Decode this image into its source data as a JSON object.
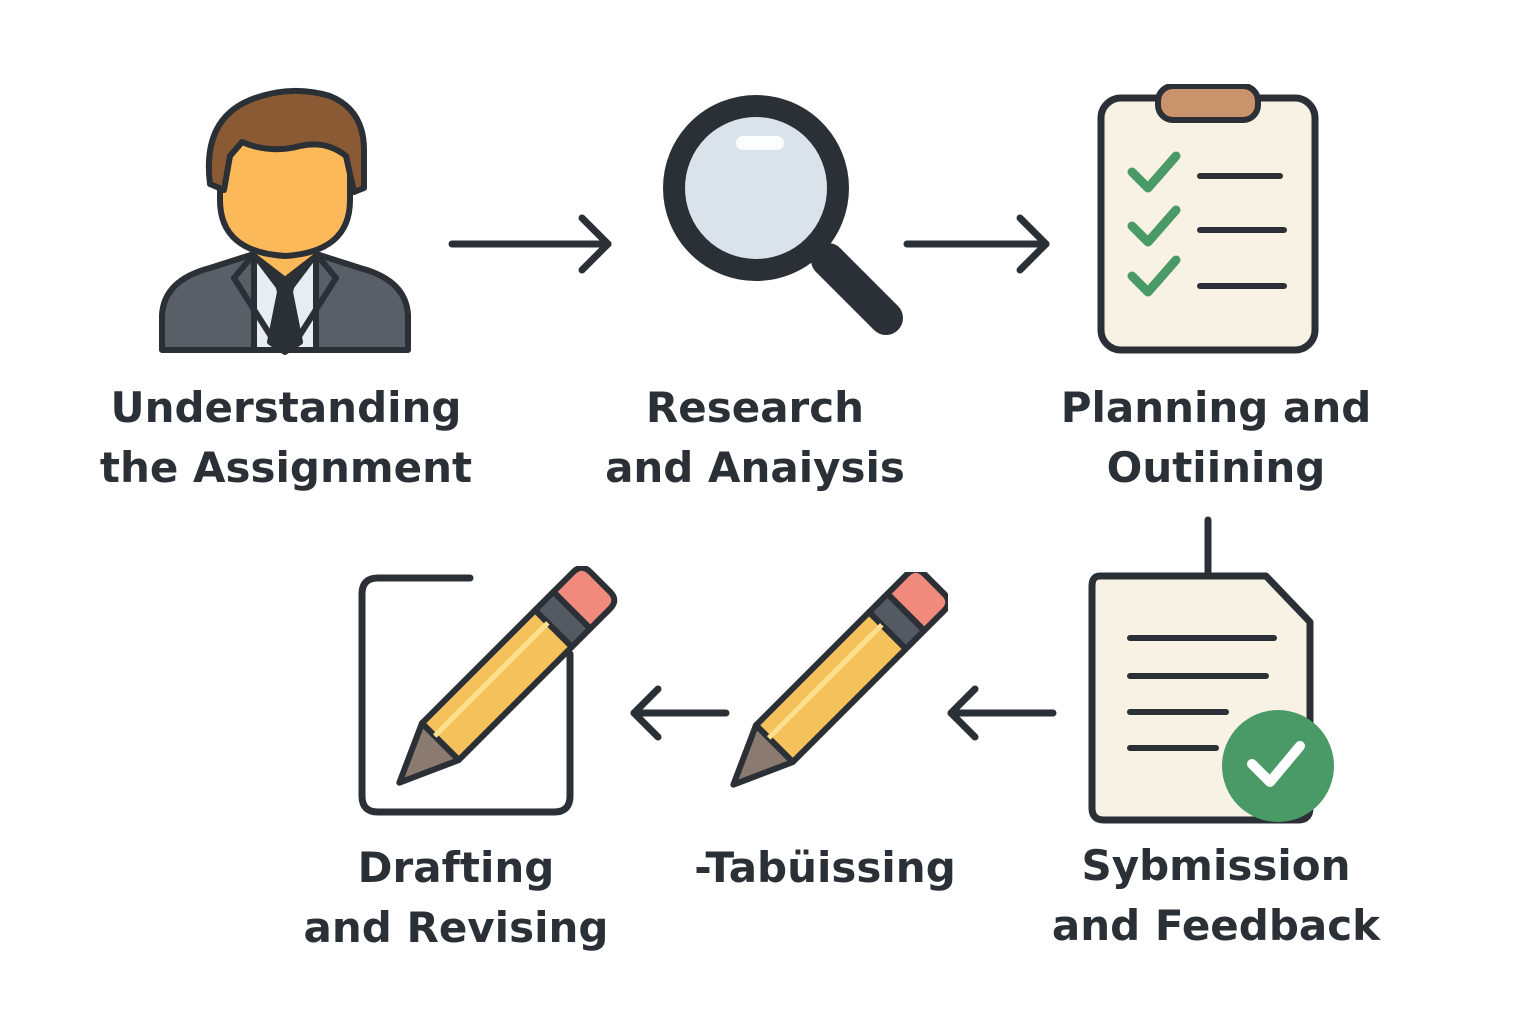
{
  "colors": {
    "outline": "#2b2f36",
    "skin": "#fbb95a",
    "hair": "#8a5a34",
    "suit": "#5a5e66",
    "shirt": "#e8edf2",
    "lens": "#dbe3ea",
    "paper": "#f8f2e4",
    "clip": "#c9936c",
    "check_green": "#4a9a68",
    "pencil_body": "#f4c15a",
    "pencil_eraser": "#f08a7c",
    "pencil_band": "#555a62",
    "pencil_tip": "#8a7a70",
    "label_text": "#2b2f36"
  },
  "steps": [
    {
      "id": "understanding",
      "icon": "person-icon",
      "lines": [
        "Understanding",
        "the Assignment"
      ]
    },
    {
      "id": "research",
      "icon": "magnifying-glass-icon",
      "lines": [
        "Research",
        "and Anaiysis"
      ]
    },
    {
      "id": "planning",
      "icon": "clipboard-checklist-icon",
      "lines": [
        "Planning and",
        "Outiining"
      ]
    },
    {
      "id": "submission",
      "icon": "document-check-icon",
      "lines": [
        "Sybmission",
        "and Feedback"
      ]
    },
    {
      "id": "tabuissing",
      "icon": "pencil-icon",
      "lines": [
        "-Tabüissing"
      ]
    },
    {
      "id": "drafting",
      "icon": "pencil-square-icon",
      "lines": [
        "Drafting",
        "and Revising"
      ]
    }
  ]
}
